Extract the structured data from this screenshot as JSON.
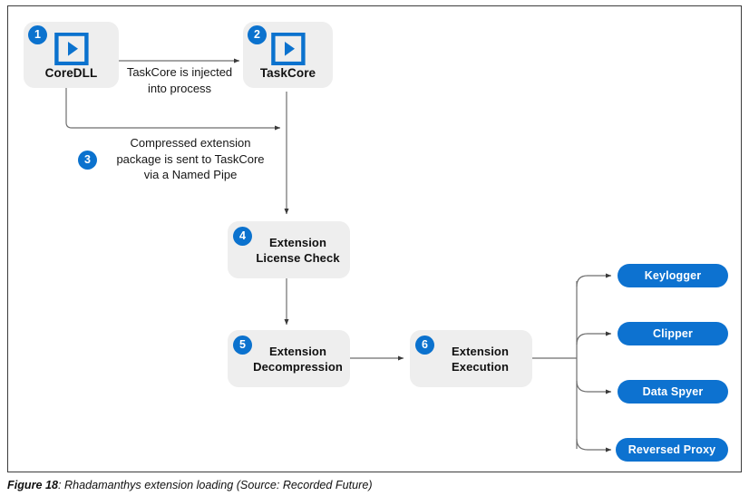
{
  "figure": {
    "caption_number": "Figure 18",
    "caption_text": ": Rhadamanthys extension loading (Source: Recorded Future)"
  },
  "colors": {
    "accent_blue": "#0b72ce",
    "pill_blue": "#0d72d0",
    "node_grey": "#eeeeee",
    "connector_grey": "#6e6e6e",
    "frame_border": "#3c3c3c"
  },
  "nodes": [
    {
      "id": "coredll",
      "badge": "1",
      "label": "CoreDLL",
      "icon": "executable-play-icon",
      "kind": "app"
    },
    {
      "id": "taskcore",
      "badge": "2",
      "label": "TaskCore",
      "icon": "executable-play-icon",
      "kind": "app"
    },
    {
      "id": "license-check",
      "badge": "4",
      "label_line1": "Extension",
      "label_line2": "License Check",
      "kind": "step"
    },
    {
      "id": "decompression",
      "badge": "5",
      "label_line1": "Extension",
      "label_line2": "Decompression",
      "kind": "step"
    },
    {
      "id": "execution",
      "badge": "6",
      "label_line1": "Extension",
      "label_line2": "Execution",
      "kind": "step"
    }
  ],
  "edges": [
    {
      "id": "inject",
      "caption_line1": "TaskCore is injected",
      "caption_line2": "into process"
    },
    {
      "id": "named-pipe",
      "badge": "3",
      "caption_line1": "Compressed extension",
      "caption_line2": "package is sent to TaskCore",
      "caption_line3": "via a Named Pipe"
    }
  ],
  "outputs": [
    {
      "id": "keylogger",
      "label": "Keylogger"
    },
    {
      "id": "clipper",
      "label": "Clipper"
    },
    {
      "id": "data-spyer",
      "label": "Data Spyer"
    },
    {
      "id": "reversed-proxy",
      "label": "Reversed Proxy"
    }
  ]
}
